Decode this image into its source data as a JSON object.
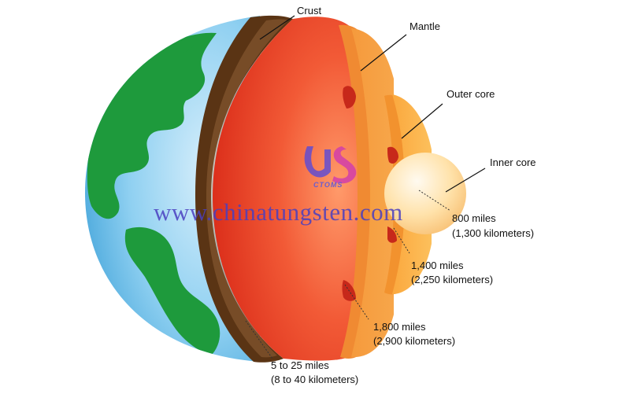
{
  "labels": {
    "crust": "Crust",
    "mantle": "Mantle",
    "outer_core": "Outer core",
    "inner_core": "Inner core"
  },
  "measurements": {
    "inner_core_miles": "800 miles",
    "inner_core_km": "(1,300 kilometers)",
    "outer_core_miles": "1,400 miles",
    "outer_core_km": "(2,250 kilometers)",
    "mantle_miles": "1,800 miles",
    "mantle_km": "(2,900 kilometers)",
    "crust_miles": "5 to 25 miles",
    "crust_km": "(8 to 40 kilometers)"
  },
  "watermark": {
    "url": "www.chinatungsten.com",
    "logo_text": "CTOMS"
  },
  "colors": {
    "ocean": "#6cc0ea",
    "land": "#1e9a3c",
    "crust": "#5a3414",
    "mantle": "#ee3a22",
    "mantle_cut": "#f7953a",
    "outer_core": "#fbb446",
    "inner_core": "#ffe8b8",
    "watermark": "#4a3fc0"
  }
}
